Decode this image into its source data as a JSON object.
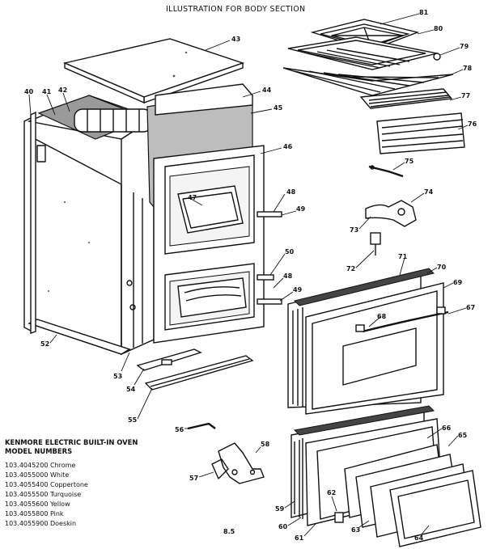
{
  "title": "ILLUSTRATION FOR BODY SECTION",
  "model_heading": {
    "line1": "KENMORE ELECTRIC BUILT-IN OVEN",
    "line2": "MODEL NUMBERS"
  },
  "models": [
    "103.4045200 Chrome",
    "103.4055000 White",
    "103.4055400 Coppertone",
    "103.4055500 Turquoise",
    "103.4055600 Yellow",
    "103.4055800 Pink",
    "103.4055900 Doeskin"
  ],
  "footer_mark": "8.5",
  "callouts": [
    {
      "id": "c40",
      "label": "40"
    },
    {
      "id": "c41",
      "label": "41"
    },
    {
      "id": "c42",
      "label": "42"
    },
    {
      "id": "c43",
      "label": "43"
    },
    {
      "id": "c44",
      "label": "44"
    },
    {
      "id": "c45",
      "label": "45"
    },
    {
      "id": "c46",
      "label": "46"
    },
    {
      "id": "c47",
      "label": "47"
    },
    {
      "id": "c48a",
      "label": "48"
    },
    {
      "id": "c49a",
      "label": "49"
    },
    {
      "id": "c50",
      "label": "50"
    },
    {
      "id": "c48b",
      "label": "48"
    },
    {
      "id": "c49b",
      "label": "49"
    },
    {
      "id": "c52",
      "label": "52"
    },
    {
      "id": "c53",
      "label": "53"
    },
    {
      "id": "c54",
      "label": "54"
    },
    {
      "id": "c55",
      "label": "55"
    },
    {
      "id": "c56",
      "label": "56"
    },
    {
      "id": "c57",
      "label": "57"
    },
    {
      "id": "c58",
      "label": "58"
    },
    {
      "id": "c59",
      "label": "59"
    },
    {
      "id": "c60",
      "label": "60"
    },
    {
      "id": "c61",
      "label": "61"
    },
    {
      "id": "c62",
      "label": "62"
    },
    {
      "id": "c63",
      "label": "63"
    },
    {
      "id": "c64",
      "label": "64"
    },
    {
      "id": "c65",
      "label": "65"
    },
    {
      "id": "c66",
      "label": "66"
    },
    {
      "id": "c67",
      "label": "67"
    },
    {
      "id": "c68",
      "label": "68"
    },
    {
      "id": "c69",
      "label": "69"
    },
    {
      "id": "c70",
      "label": "70"
    },
    {
      "id": "c71",
      "label": "71"
    },
    {
      "id": "c72",
      "label": "72"
    },
    {
      "id": "c73",
      "label": "73"
    },
    {
      "id": "c74",
      "label": "74"
    },
    {
      "id": "c75",
      "label": "75"
    },
    {
      "id": "c76",
      "label": "76"
    },
    {
      "id": "c77",
      "label": "77"
    },
    {
      "id": "c78",
      "label": "78"
    },
    {
      "id": "c79",
      "label": "79"
    },
    {
      "id": "c80",
      "label": "80"
    },
    {
      "id": "c81",
      "label": "81"
    }
  ]
}
